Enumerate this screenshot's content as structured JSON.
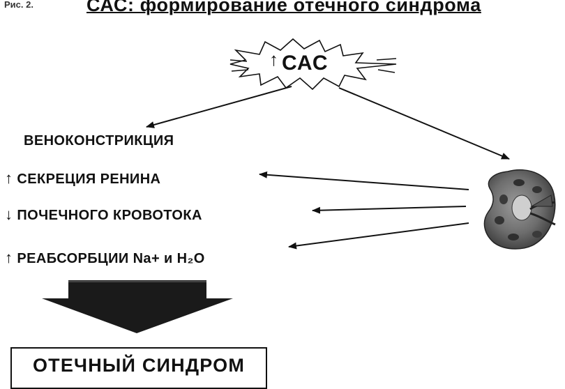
{
  "figure": {
    "label": "Рис. 2.",
    "title": "САС: формирование отечного синдрома"
  },
  "center": {
    "arrow_glyph": "↑",
    "label": "САС"
  },
  "effects": [
    {
      "arrow_glyph": "",
      "text": "ВЕНОКОНСТРИКЦИЯ"
    },
    {
      "arrow_glyph": "↑",
      "text": "СЕКРЕЦИЯ РЕНИНА"
    },
    {
      "arrow_glyph": "↓",
      "text": "ПОЧЕЧНОГО КРОВОТОКА"
    },
    {
      "arrow_glyph": "↑",
      "text": "РЕАБСОРБЦИИ Na+ и H₂O"
    }
  ],
  "result": {
    "label": "ОТЕЧНЫЙ СИНДРОМ"
  },
  "icons": {
    "burst": "starburst-icon",
    "organ": "kidney-icon",
    "big_arrow": "big-down-arrow-icon"
  },
  "colors": {
    "ink": "#111111",
    "kidney_fill": "#7a7a7a",
    "kidney_dark": "#3a3a3a",
    "background": "#ffffff"
  }
}
